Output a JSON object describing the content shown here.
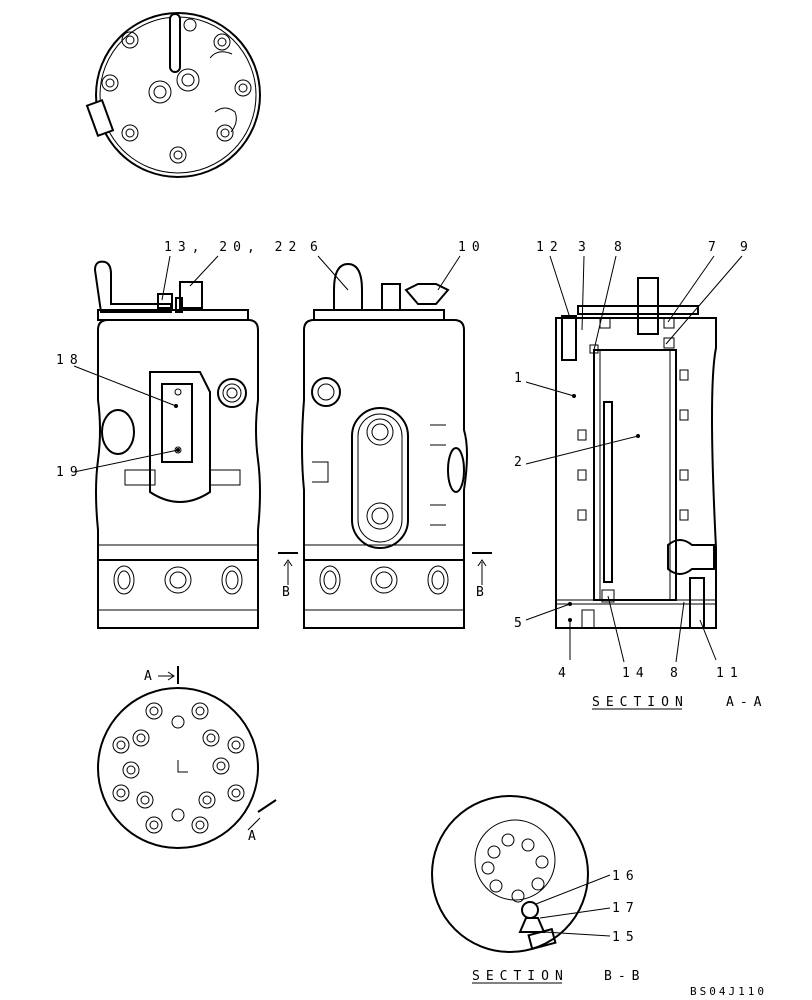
{
  "callouts": {
    "c_13_20_22": "13, 20, 22",
    "c_6": "6",
    "c_10": "10",
    "c_12": "12",
    "c_3": "3",
    "c_8a": "8",
    "c_7": "7",
    "c_9": "9",
    "c_18": "18",
    "c_19": "19",
    "c_1": "1",
    "c_2": "2",
    "c_5": "5",
    "c_4": "4",
    "c_14": "14",
    "c_8b": "8",
    "c_11": "11",
    "c_16": "16",
    "c_17": "17",
    "c_15": "15"
  },
  "section_marks": {
    "b_left": "B",
    "b_right": "B",
    "a_top": "A",
    "a_bottom": "A"
  },
  "captions": {
    "section_aa_word": "SECTION",
    "section_aa_id": "A-A",
    "section_bb_word": "SECTION",
    "section_bb_id": "B-B"
  },
  "drawing_code": "BS04J110"
}
